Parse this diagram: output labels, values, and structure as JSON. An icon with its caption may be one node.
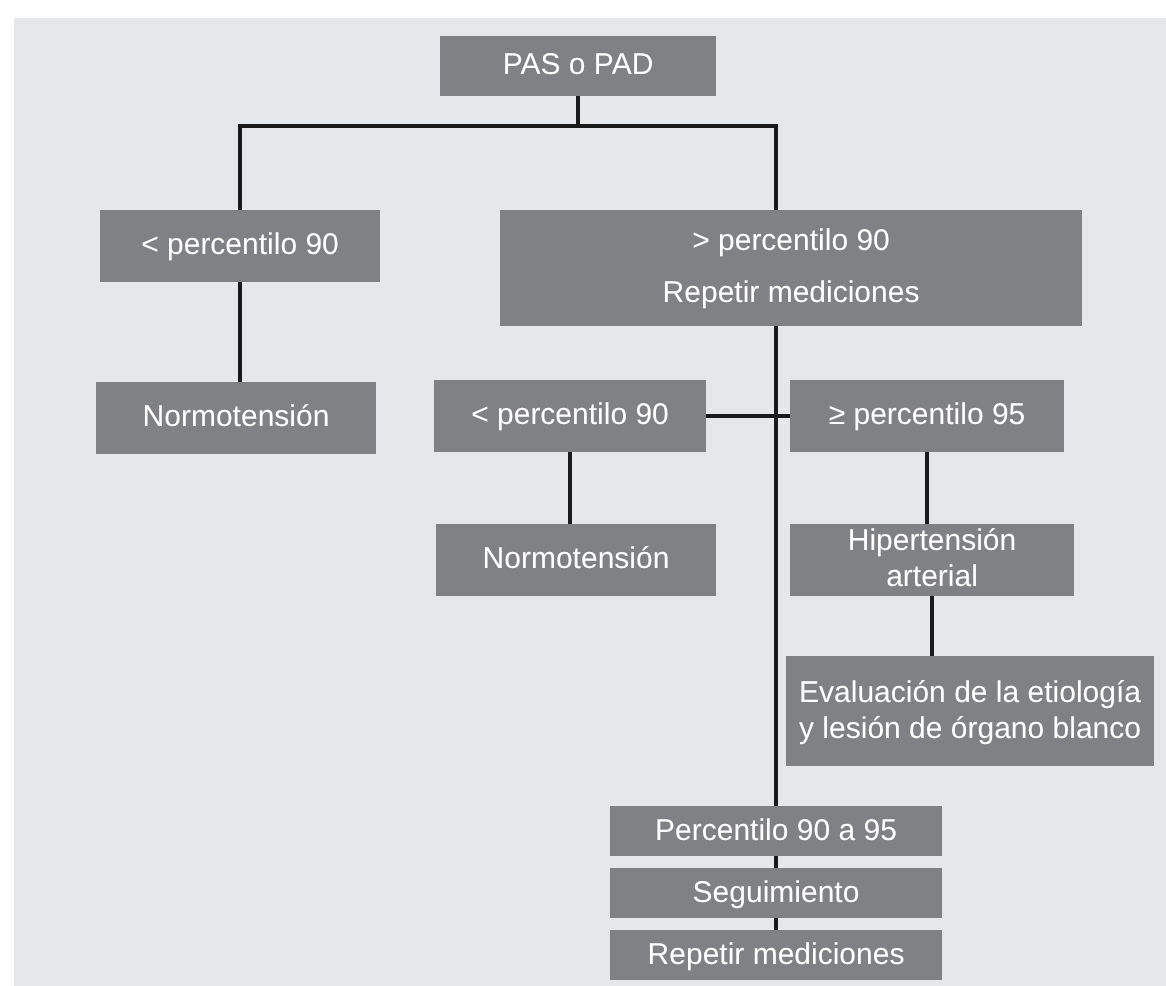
{
  "diagram": {
    "nodes": [
      {
        "text": [
          "PAS o PAD"
        ]
      },
      {
        "text": [
          "< percentilo 90"
        ]
      },
      {
        "text": [
          "> percentilo 90",
          "Repetir mediciones"
        ]
      },
      {
        "text": [
          "Normotensión"
        ]
      },
      {
        "text": [
          "< percentilo 90"
        ]
      },
      {
        "text": [
          "≥ percentilo 95"
        ]
      },
      {
        "text": [
          "Normotensión"
        ]
      },
      {
        "text": [
          "Hipertensión arterial"
        ]
      },
      {
        "text": [
          "Evaluación de la etiología y lesión de órgano blanco"
        ]
      },
      {
        "text": [
          "Percentilo 90 a 95"
        ]
      },
      {
        "text": [
          "Seguimiento"
        ]
      },
      {
        "text": [
          "Repetir mediciones"
        ]
      }
    ],
    "edges": [
      {
        "from": 0,
        "to": 1,
        "arrow": "none"
      },
      {
        "from": 0,
        "to": 2,
        "arrow": "none"
      },
      {
        "from": 1,
        "to": 3,
        "arrow": "none"
      },
      {
        "from": 2,
        "to": 4,
        "arrow": "none"
      },
      {
        "from": 2,
        "to": 5,
        "arrow": "none"
      },
      {
        "from": 2,
        "to": 9,
        "arrow": "none"
      },
      {
        "from": 4,
        "to": 6,
        "arrow": "none"
      },
      {
        "from": 5,
        "to": 7,
        "arrow": "none"
      },
      {
        "from": 7,
        "to": 8,
        "arrow": "none"
      },
      {
        "from": 9,
        "to": 10,
        "arrow": "none"
      },
      {
        "from": 10,
        "to": 11,
        "arrow": "none"
      }
    ]
  }
}
